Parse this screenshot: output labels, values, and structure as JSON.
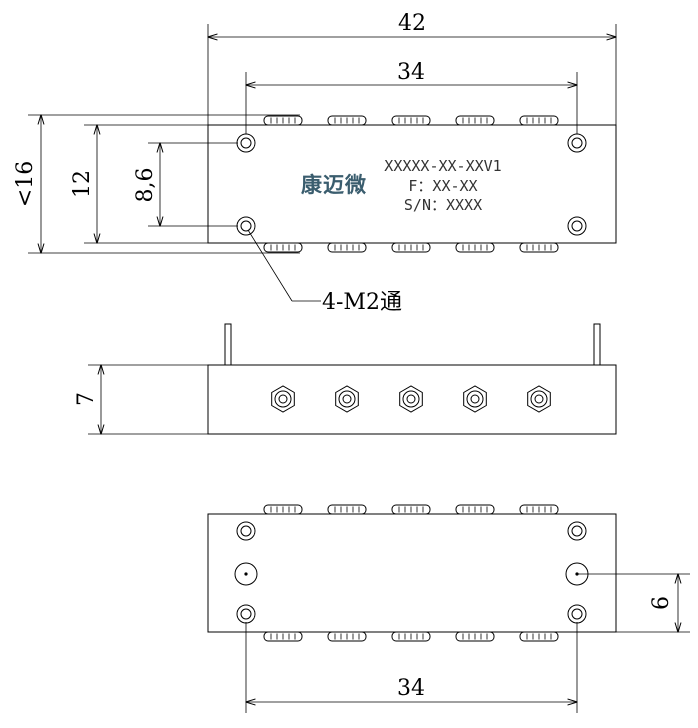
{
  "dimensions": {
    "top_length": "42",
    "top_pin_spacing": "34",
    "overall_height": "<16",
    "body_height": "12",
    "hole_spacing": "8,6",
    "side_height": "7",
    "bottom_pin_spacing": "34",
    "bottom_offset": "6"
  },
  "callout": {
    "holes": "4-M2通"
  },
  "label": {
    "logo": "康迈微",
    "model": "XXXXX-XX-XXV1",
    "frequency": "F：XX-XX",
    "serial": "S/N：XXXX"
  },
  "colors": {
    "line": "#000000",
    "logo": "#3a5d6e",
    "label": "#333333"
  }
}
